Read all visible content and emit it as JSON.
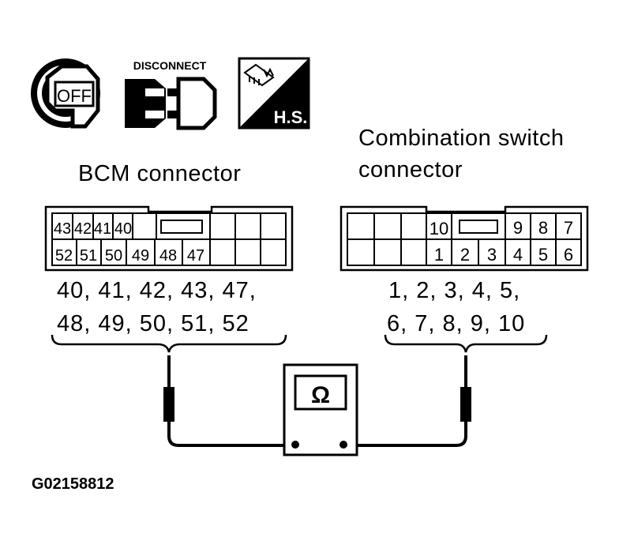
{
  "icons": {
    "ignition": {
      "name": "ignition-off-key-icon",
      "label": "OFF"
    },
    "disconnect": {
      "name": "disconnect-connector-icon",
      "label": "DISCONNECT"
    },
    "harness": {
      "name": "harness-side-icon",
      "label": "H.S."
    }
  },
  "bcm": {
    "title": "BCM connector",
    "top_row": [
      "43",
      "42",
      "41",
      "40"
    ],
    "bottom_row": [
      "52",
      "51",
      "50",
      "49",
      "48",
      "47"
    ],
    "pins_line1": "40, 41, 42, 43, 47,",
    "pins_line2": "48, 49, 50, 51, 52"
  },
  "combination": {
    "title_line1": "Combination switch",
    "title_line2": "connector",
    "top_row_left": [
      "10"
    ],
    "top_row_right": [
      "9",
      "8",
      "7"
    ],
    "bottom_row": [
      "1",
      "2",
      "3",
      "4",
      "5",
      "6"
    ],
    "pins_line1": "1, 2, 3, 4, 5,",
    "pins_line2": "6, 7, 8, 9, 10"
  },
  "meter": {
    "name": "ohmmeter",
    "symbol": "Ω"
  },
  "figure_code": "G02158812"
}
